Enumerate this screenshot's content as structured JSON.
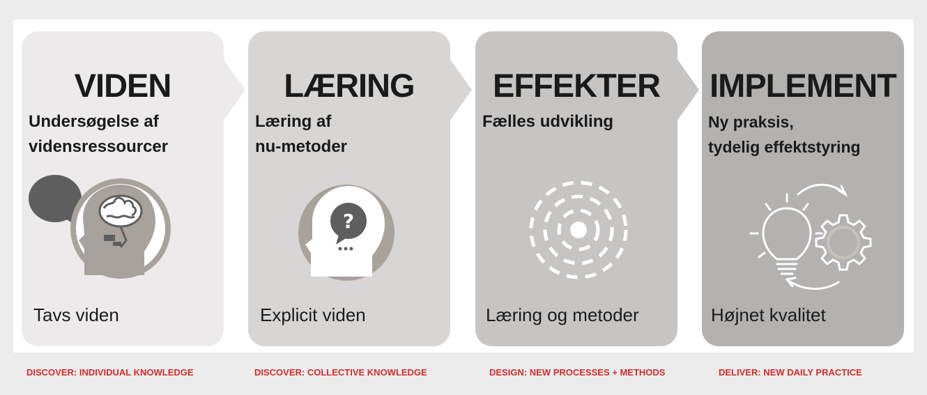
{
  "stages": [
    {
      "title": "VIDEN",
      "subtitle": "Undersøgelse af\nvidensressourcer",
      "bottom": "Tavs viden",
      "caption": "DISCOVER: INDIVIDUAL KNOWLEDGE",
      "icon": "head-brain-speech-icon"
    },
    {
      "title": "LÆRING",
      "subtitle": "Læring af\nnu-metoder",
      "bottom": "Explicit viden",
      "caption": "DISCOVER: COLLECTIVE KNOWLEDGE",
      "icon": "head-question-icon"
    },
    {
      "title": "EFFEKTER",
      "subtitle": "Fælles udvikling",
      "bottom": "Læring og metoder",
      "caption": "DESIGN: NEW PROCESSES + METHODS",
      "icon": "concentric-ripple-icon"
    },
    {
      "title": "IMPLEMENT",
      "subtitle": "Ny praksis,\ntydelig effektstyring",
      "bottom": "Højnet kvalitet",
      "caption": "DELIVER: NEW DAILY PRACTICE",
      "icon": "bulb-gear-cycle-icon"
    }
  ],
  "colors": {
    "stage1": "#eceaea",
    "stage2": "#d7d6d5",
    "stage3": "#c6c5c4",
    "stage4": "#b3b2b1",
    "caption": "#d52b2b"
  }
}
